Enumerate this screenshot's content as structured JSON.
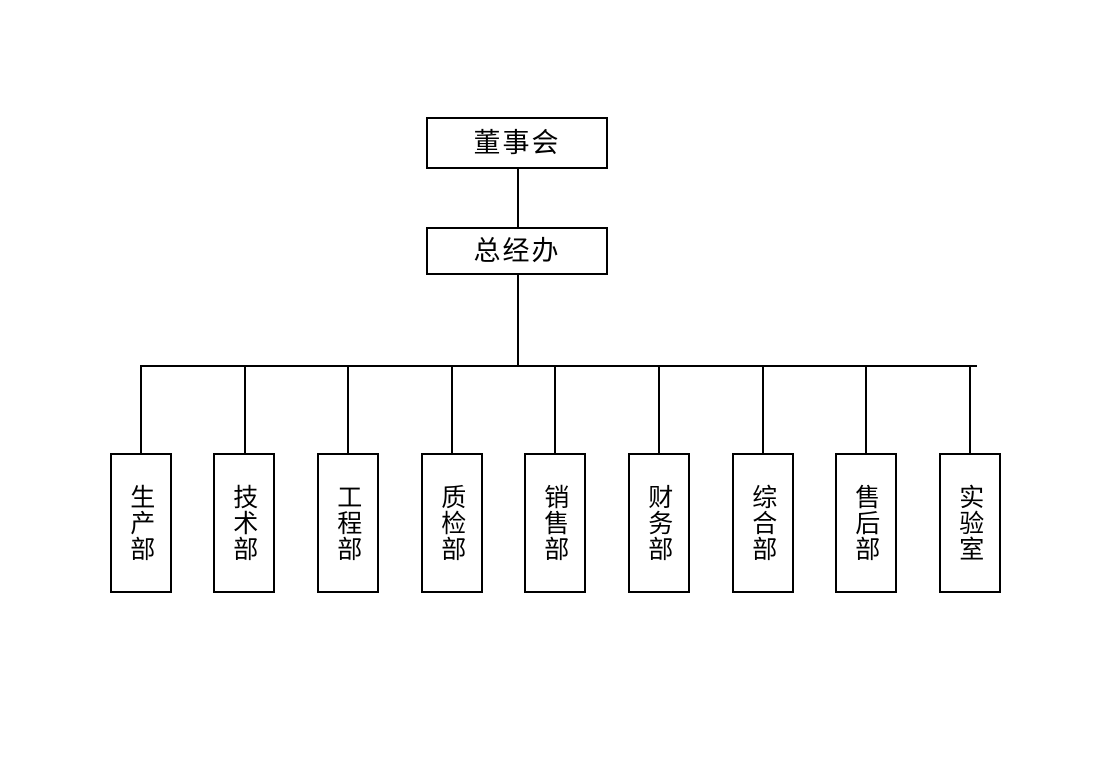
{
  "diagram": {
    "type": "organizational-chart",
    "title_text": "",
    "background_color": "#ffffff",
    "line_color": "#000000",
    "text_color": "#000000",
    "levels": [
      {
        "level": 1,
        "nodes": [
          {
            "id": "board",
            "label": "董事会",
            "orientation": "horizontal"
          }
        ]
      },
      {
        "level": 2,
        "nodes": [
          {
            "id": "gm-office",
            "label": "总经办",
            "orientation": "horizontal"
          }
        ]
      },
      {
        "level": 3,
        "nodes": [
          {
            "id": "dept-production",
            "label": "生产部",
            "orientation": "vertical"
          },
          {
            "id": "dept-technology",
            "label": "技术部",
            "orientation": "vertical"
          },
          {
            "id": "dept-engineering",
            "label": "工程部",
            "orientation": "vertical"
          },
          {
            "id": "dept-quality",
            "label": "质检部",
            "orientation": "vertical"
          },
          {
            "id": "dept-sales",
            "label": "销售部",
            "orientation": "vertical"
          },
          {
            "id": "dept-finance",
            "label": "财务部",
            "orientation": "vertical"
          },
          {
            "id": "dept-general-affairs",
            "label": "综合部",
            "orientation": "vertical"
          },
          {
            "id": "dept-after-sales",
            "label": "售后部",
            "orientation": "vertical"
          },
          {
            "id": "dept-laboratory",
            "label": "实验室",
            "orientation": "vertical"
          }
        ]
      }
    ]
  }
}
